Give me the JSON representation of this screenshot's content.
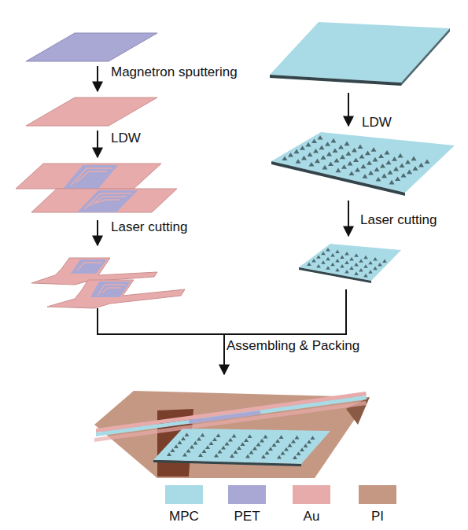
{
  "diagram": {
    "labels": [
      "Magnetron sputtering",
      "LDW",
      "Laser cutting",
      "LDW",
      "Laser cutting",
      "Assembling & Packing"
    ],
    "legend": [
      {
        "text": "MPC",
        "color": "#a9dbe6"
      },
      {
        "text": "PET",
        "color": "#a9a8d4"
      },
      {
        "text": "Au",
        "color": "#e8abab"
      },
      {
        "text": "PI",
        "color": "#c59883"
      }
    ]
  }
}
